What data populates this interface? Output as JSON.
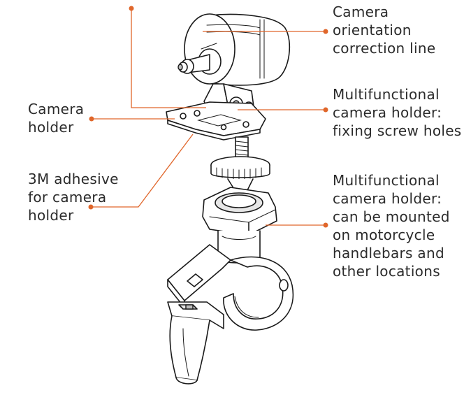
{
  "labels": {
    "orientation": "Camera\norientation\ncorrection line",
    "fixing_screw": "Multifunctional\ncamera holder:\nfixing screw holes",
    "camera_holder": "Camera\nholder",
    "adhesive": "3M adhesive\nfor camera\nholder",
    "mounting": "Multifunctional\ncamera holder:\ncan be mounted\non motorcycle\nhandlebars and\nother locations"
  },
  "colors": {
    "callout": "#e0662a",
    "text": "#2b2b2b",
    "line_art": "#1a1a1a"
  }
}
